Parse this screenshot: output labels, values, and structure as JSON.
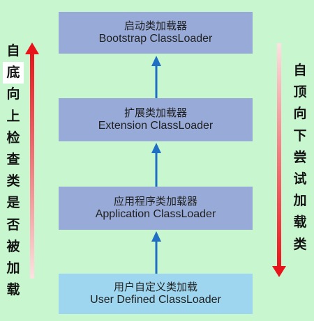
{
  "boxes": [
    {
      "cn": "启动类加载器",
      "en": "Bootstrap ClassLoader"
    },
    {
      "cn": "扩展类加载器",
      "en": "Extension ClassLoader"
    },
    {
      "cn": "应用程序类加载器",
      "en": "Application ClassLoader"
    },
    {
      "cn": "用户自定义类加载",
      "en": "User Defined ClassLoader"
    }
  ],
  "left_label": [
    "自",
    "底",
    "向",
    "上",
    "检",
    "查",
    "类",
    "是",
    "否",
    "被",
    "加",
    "载"
  ],
  "right_label": [
    "自",
    "顶",
    "向",
    "下",
    "尝",
    "试",
    "加",
    "载",
    "类"
  ],
  "colors": {
    "background": "#c8f7cf",
    "box_blue": "#98abd8",
    "box_cyan": "#9ed6ef",
    "arrow_blue": "#1f6fc4",
    "arrow_red": "#e8141b"
  }
}
